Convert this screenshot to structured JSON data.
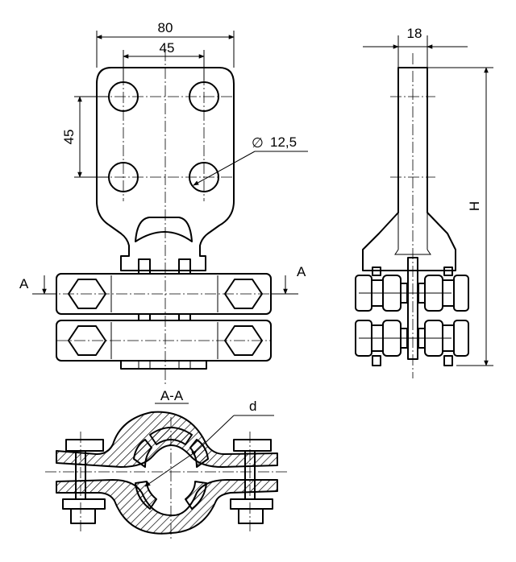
{
  "dimensions": {
    "plate_width": "80",
    "hole_spacing_horizontal": "45",
    "hole_spacing_vertical": "45",
    "hole_diameter": "12,5",
    "diameter_symbol": "∅",
    "thickness": "18",
    "height": "H",
    "conductor_diameter": "d"
  },
  "section": {
    "cut_mark_left": "A",
    "cut_mark_right": "A",
    "section_title": "А-А"
  }
}
